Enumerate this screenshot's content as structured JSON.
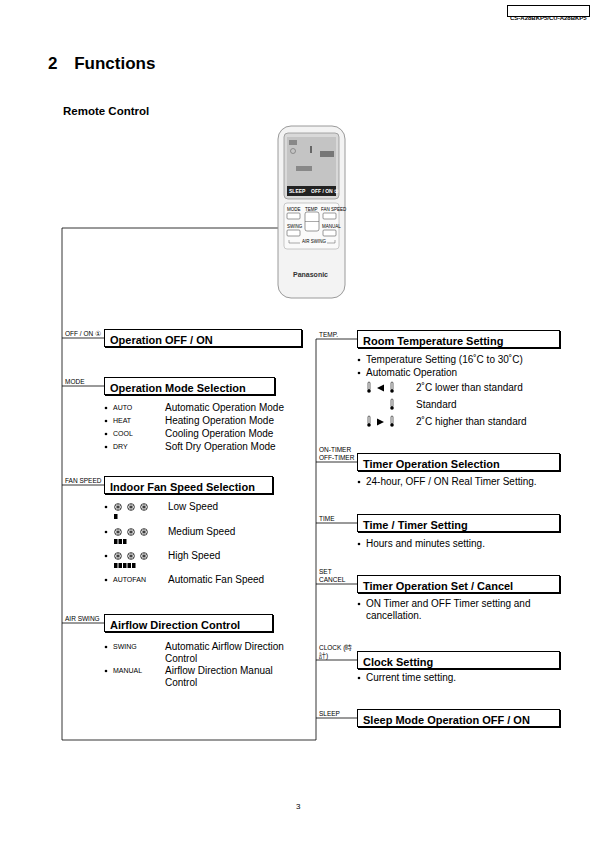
{
  "diagram": {
    "title": "2 Functions",
    "nodes": [
      {
        "text": [
          "CS-A28BKP5/CU-A28BKP5"
        ]
      },
      {
        "text": [
          "OFF / ON ①",
          "Operation OFF / ON"
        ]
      },
      {
        "text": [
          "MODE",
          "Operation Mode Selection"
        ]
      },
      {
        "text": [
          "FAN SPEED",
          "Indoor Fan Speed Selection"
        ]
      },
      {
        "text": [
          "AIR SWING",
          "Airflow Direction Control"
        ]
      },
      {
        "text": [
          "TEMP.",
          "Room Temperature Setting"
        ]
      },
      {
        "text": [
          "ON-TIMER OFF-TIMER",
          "Timer Operation Selection"
        ]
      },
      {
        "text": [
          "TIME",
          "Time / Timer Setting"
        ]
      },
      {
        "text": [
          "SET CANCEL",
          "Timer Operation Set / Cancel"
        ]
      },
      {
        "text": [
          "CLOCK (時計)",
          "Clock Setting"
        ]
      },
      {
        "text": [
          "SLEEP",
          "Sleep Mode Operation OFF / ON"
        ]
      }
    ],
    "labels": [
      "Remote Control",
      "SLEEP",
      "OFF / ON ①",
      "MODE",
      "TEMP",
      "FAN SPEED",
      "SWING",
      "MANUAL",
      "AIR SWING",
      "Panasonic",
      "AUTO",
      "Automatic Operation Mode",
      "HEAT",
      "Heating Operation Mode",
      "COOL",
      "Cooling Operation Mode",
      "DRY",
      "Soft Dry Operation Mode",
      "Low Speed",
      "Medium Speed",
      "High Speed",
      "AUTOFAN",
      "Automatic Fan Speed",
      "SWING",
      "Automatic Airflow Direction Control",
      "MANUAL",
      "Airflow Direction Manual Control",
      "Temperature Setting (16˚C to 30˚C)",
      "Automatic Operation",
      "2˚C lower than standard",
      "Standard",
      "2˚C higher than standard",
      "24-hour, OFF / ON Real Timer Setting.",
      "Hours and minutes setting.",
      "ON Timer and OFF Timer setting and cancellation.",
      "Current time setting.",
      "3"
    ]
  }
}
